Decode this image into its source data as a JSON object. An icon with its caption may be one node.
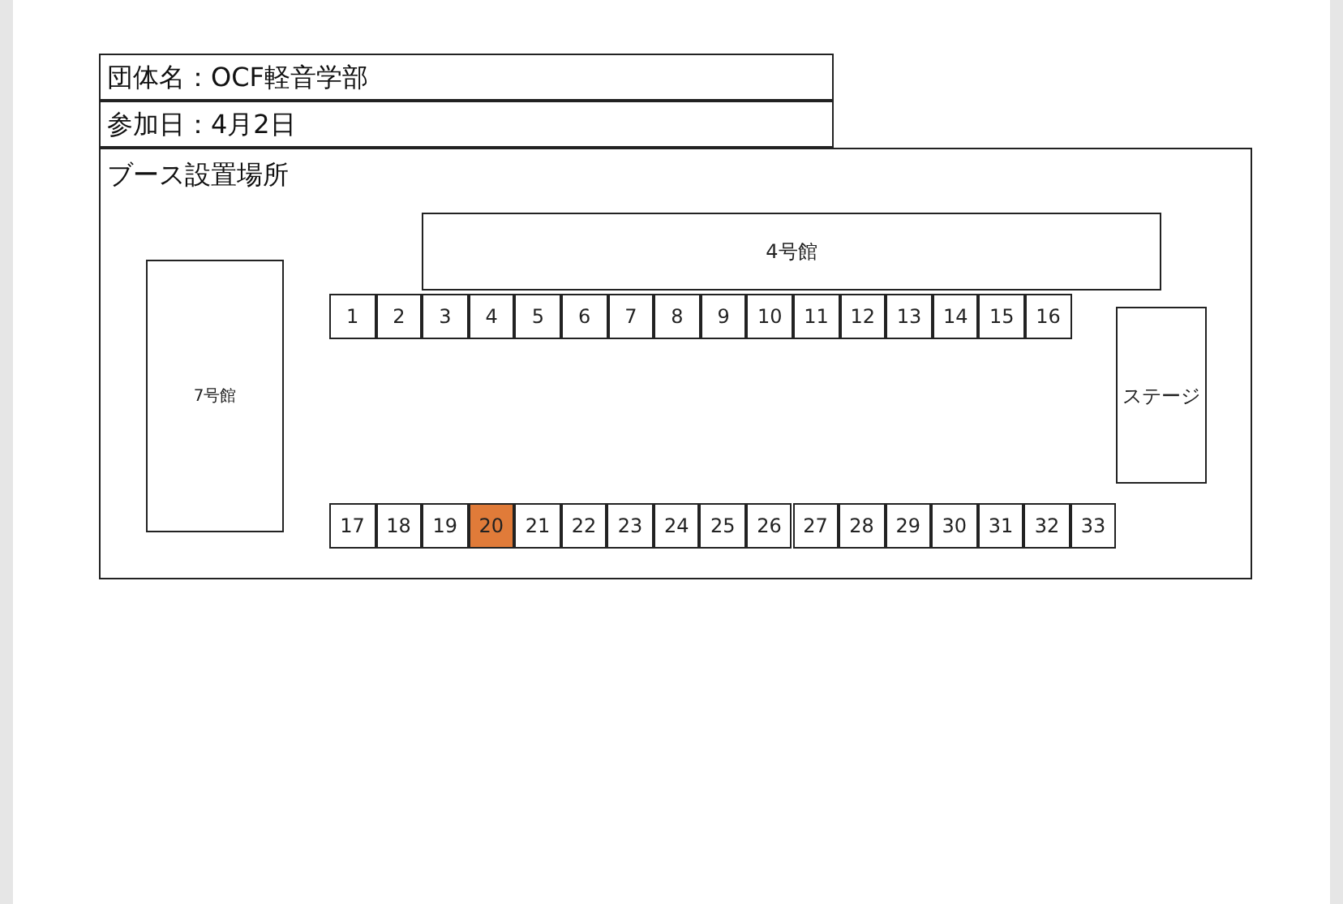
{
  "diagram": {
    "nodes": [
      {
        "text": [
          "団体名：OCF軽音学部"
        ]
      },
      {
        "text": [
          "参加日：4月2日"
        ]
      },
      {
        "text": [
          "ブース設置場所"
        ]
      },
      {
        "text": [
          "4号館"
        ],
        "in": 2
      },
      {
        "text": [
          "7号館"
        ],
        "in": 2
      },
      {
        "text": [
          "1"
        ],
        "in": 2
      },
      {
        "text": [
          "2"
        ],
        "in": 2
      },
      {
        "text": [
          "3"
        ],
        "in": 2
      },
      {
        "text": [
          "4"
        ],
        "in": 2
      },
      {
        "text": [
          "5"
        ],
        "in": 2
      },
      {
        "text": [
          "6"
        ],
        "in": 2
      },
      {
        "text": [
          "7"
        ],
        "in": 2
      },
      {
        "text": [
          "8"
        ],
        "in": 2
      },
      {
        "text": [
          "9"
        ],
        "in": 2
      },
      {
        "text": [
          "10"
        ],
        "in": 2
      },
      {
        "text": [
          "11"
        ],
        "in": 2
      },
      {
        "text": [
          "12"
        ],
        "in": 2
      },
      {
        "text": [
          "13"
        ],
        "in": 2
      },
      {
        "text": [
          "14"
        ],
        "in": 2
      },
      {
        "text": [
          "15"
        ],
        "in": 2
      },
      {
        "text": [
          "16"
        ],
        "in": 2
      },
      {
        "text": [
          "ステージ"
        ],
        "in": 2
      },
      {
        "text": [
          "17"
        ],
        "in": 2
      },
      {
        "text": [
          "18"
        ],
        "in": 2
      },
      {
        "text": [
          "19"
        ],
        "in": 2
      },
      {
        "text": [
          "20"
        ],
        "in": 2
      },
      {
        "text": [
          "21"
        ],
        "in": 2
      },
      {
        "text": [
          "22"
        ],
        "in": 2
      },
      {
        "text": [
          "23"
        ],
        "in": 2
      },
      {
        "text": [
          "24"
        ],
        "in": 2
      },
      {
        "text": [
          "25"
        ],
        "in": 2
      },
      {
        "text": [
          "26"
        ],
        "in": 2
      },
      {
        "text": [
          "27"
        ],
        "in": 2
      },
      {
        "text": [
          "28"
        ],
        "in": 2
      },
      {
        "text": [
          "29"
        ],
        "in": 2
      },
      {
        "text": [
          "30"
        ],
        "in": 2
      },
      {
        "text": [
          "31"
        ],
        "in": 2
      },
      {
        "text": [
          "32"
        ],
        "in": 2
      },
      {
        "text": [
          "33"
        ],
        "in": 2
      }
    ]
  }
}
